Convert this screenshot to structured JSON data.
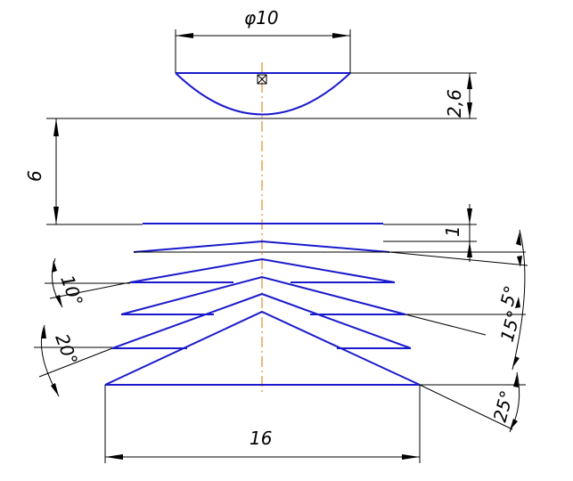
{
  "dimensions": {
    "diameter": "φ10",
    "lens_height": "2,6",
    "gap": "6",
    "plate_thickness": "1",
    "base_width": "16",
    "angle_10": "10°",
    "angle_20": "20°",
    "angle_15": "15°",
    "angle_5": "5°",
    "angle_25": "25°"
  },
  "colors": {
    "part_lines": "#1a1acc",
    "dimension_lines": "#000000",
    "center_line": "#e07000"
  }
}
